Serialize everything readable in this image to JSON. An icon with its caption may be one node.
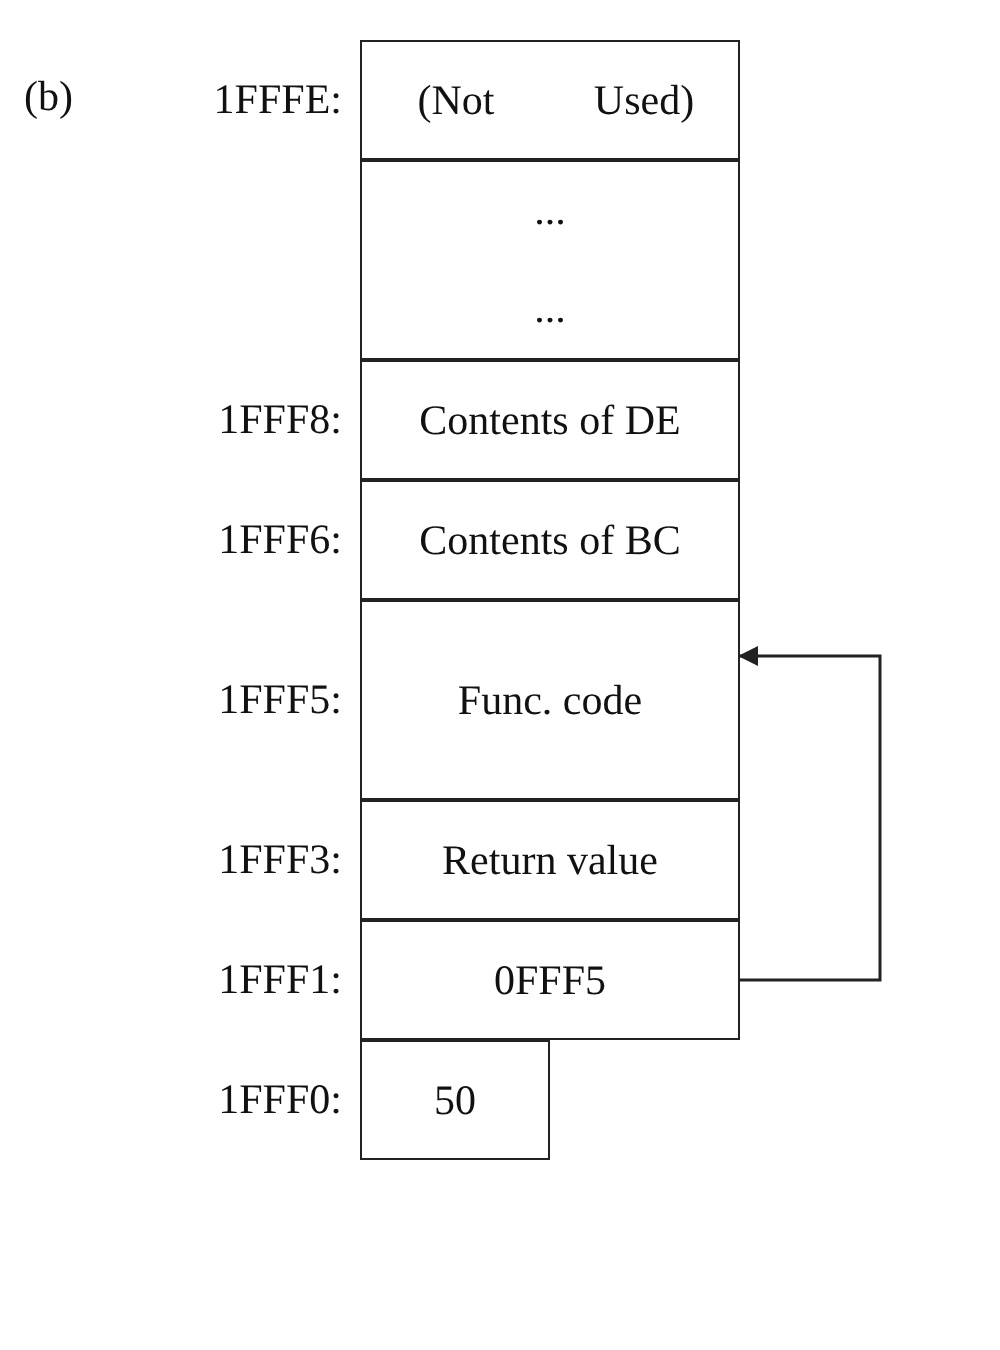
{
  "diagram": {
    "nodes": [
      {
        "text": [
          "(Not",
          "Used)"
        ],
        "beside": [
          "1FFFE:"
        ]
      },
      {
        "text": [
          "...",
          "..."
        ]
      },
      {
        "text": [
          "Contents of DE"
        ],
        "beside": [
          "1FFF8:"
        ]
      },
      {
        "text": [
          "Contents of BC"
        ],
        "beside": [
          "1FFF6:"
        ]
      },
      {
        "text": [
          "Func. code"
        ],
        "beside": [
          "1FFF5:"
        ]
      },
      {
        "text": [
          "Return value"
        ],
        "beside": [
          "1FFF3:"
        ]
      },
      {
        "text": [
          "0FFF5"
        ],
        "beside": [
          "1FFF1:"
        ]
      },
      {
        "text": [
          "50"
        ],
        "beside": [
          "1FFF0:"
        ]
      }
    ],
    "edges": [
      {
        "from": 6,
        "to": 4,
        "arrow": "to"
      }
    ],
    "labels": [
      "(b)"
    ]
  }
}
